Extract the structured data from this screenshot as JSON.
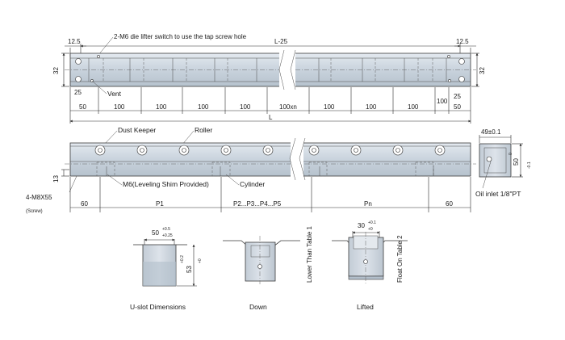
{
  "top_view": {
    "dim_left": "12.5",
    "dim_right": "12.5",
    "screw_note": "2-M6 die lifter switch to use the tap screw hole",
    "length_minus": "L-25",
    "height_left": "32",
    "height_right": "32",
    "vent_label": "Vent",
    "inset_left": "25",
    "inset_right": "25",
    "pitch_segments": [
      "50",
      "100",
      "100",
      "100",
      "100",
      "100xn",
      "100",
      "100",
      "100",
      "100",
      "50"
    ],
    "total_length": "L"
  },
  "side_view": {
    "dust_keeper_label": "Dust Keeper",
    "roller_label": "Roller",
    "height_13": "13",
    "shim_label": "M6(Leveling Shim Provided)",
    "cylinder_label": "Cylinder",
    "screw_spec": "4-M8X55",
    "screw_note": "(Screw)",
    "bottom_segments": [
      "60",
      "P1",
      "P2...P3...P4...P5",
      "Pn",
      "60"
    ]
  },
  "end_view": {
    "width": "49",
    "width_tol": "±0.1",
    "height": "50",
    "height_tol_top": "0",
    "height_tol_bottom": "-0.1",
    "oil_inlet_label": "Oil inlet 1/8\"PT"
  },
  "uslot": {
    "width": "50",
    "width_tol_top": "+0.5",
    "width_tol_bottom": "+0.25",
    "depth": "53",
    "depth_tol_top": "+0.2",
    "depth_tol_bottom": "+0",
    "caption": "U-slot Dimensions"
  },
  "down_view": {
    "side_label": "Lower Than Table 1",
    "caption": "Down"
  },
  "lifted_view": {
    "width": "30",
    "width_tol_top": "+0.1",
    "width_tol_bottom": "+0",
    "side_label": "Float On Table 2",
    "caption": "Lifted"
  },
  "colors": {
    "body_fill": "#d3dbe4",
    "body_shade": "#b9c4cf",
    "line": "#2b2b2b"
  }
}
